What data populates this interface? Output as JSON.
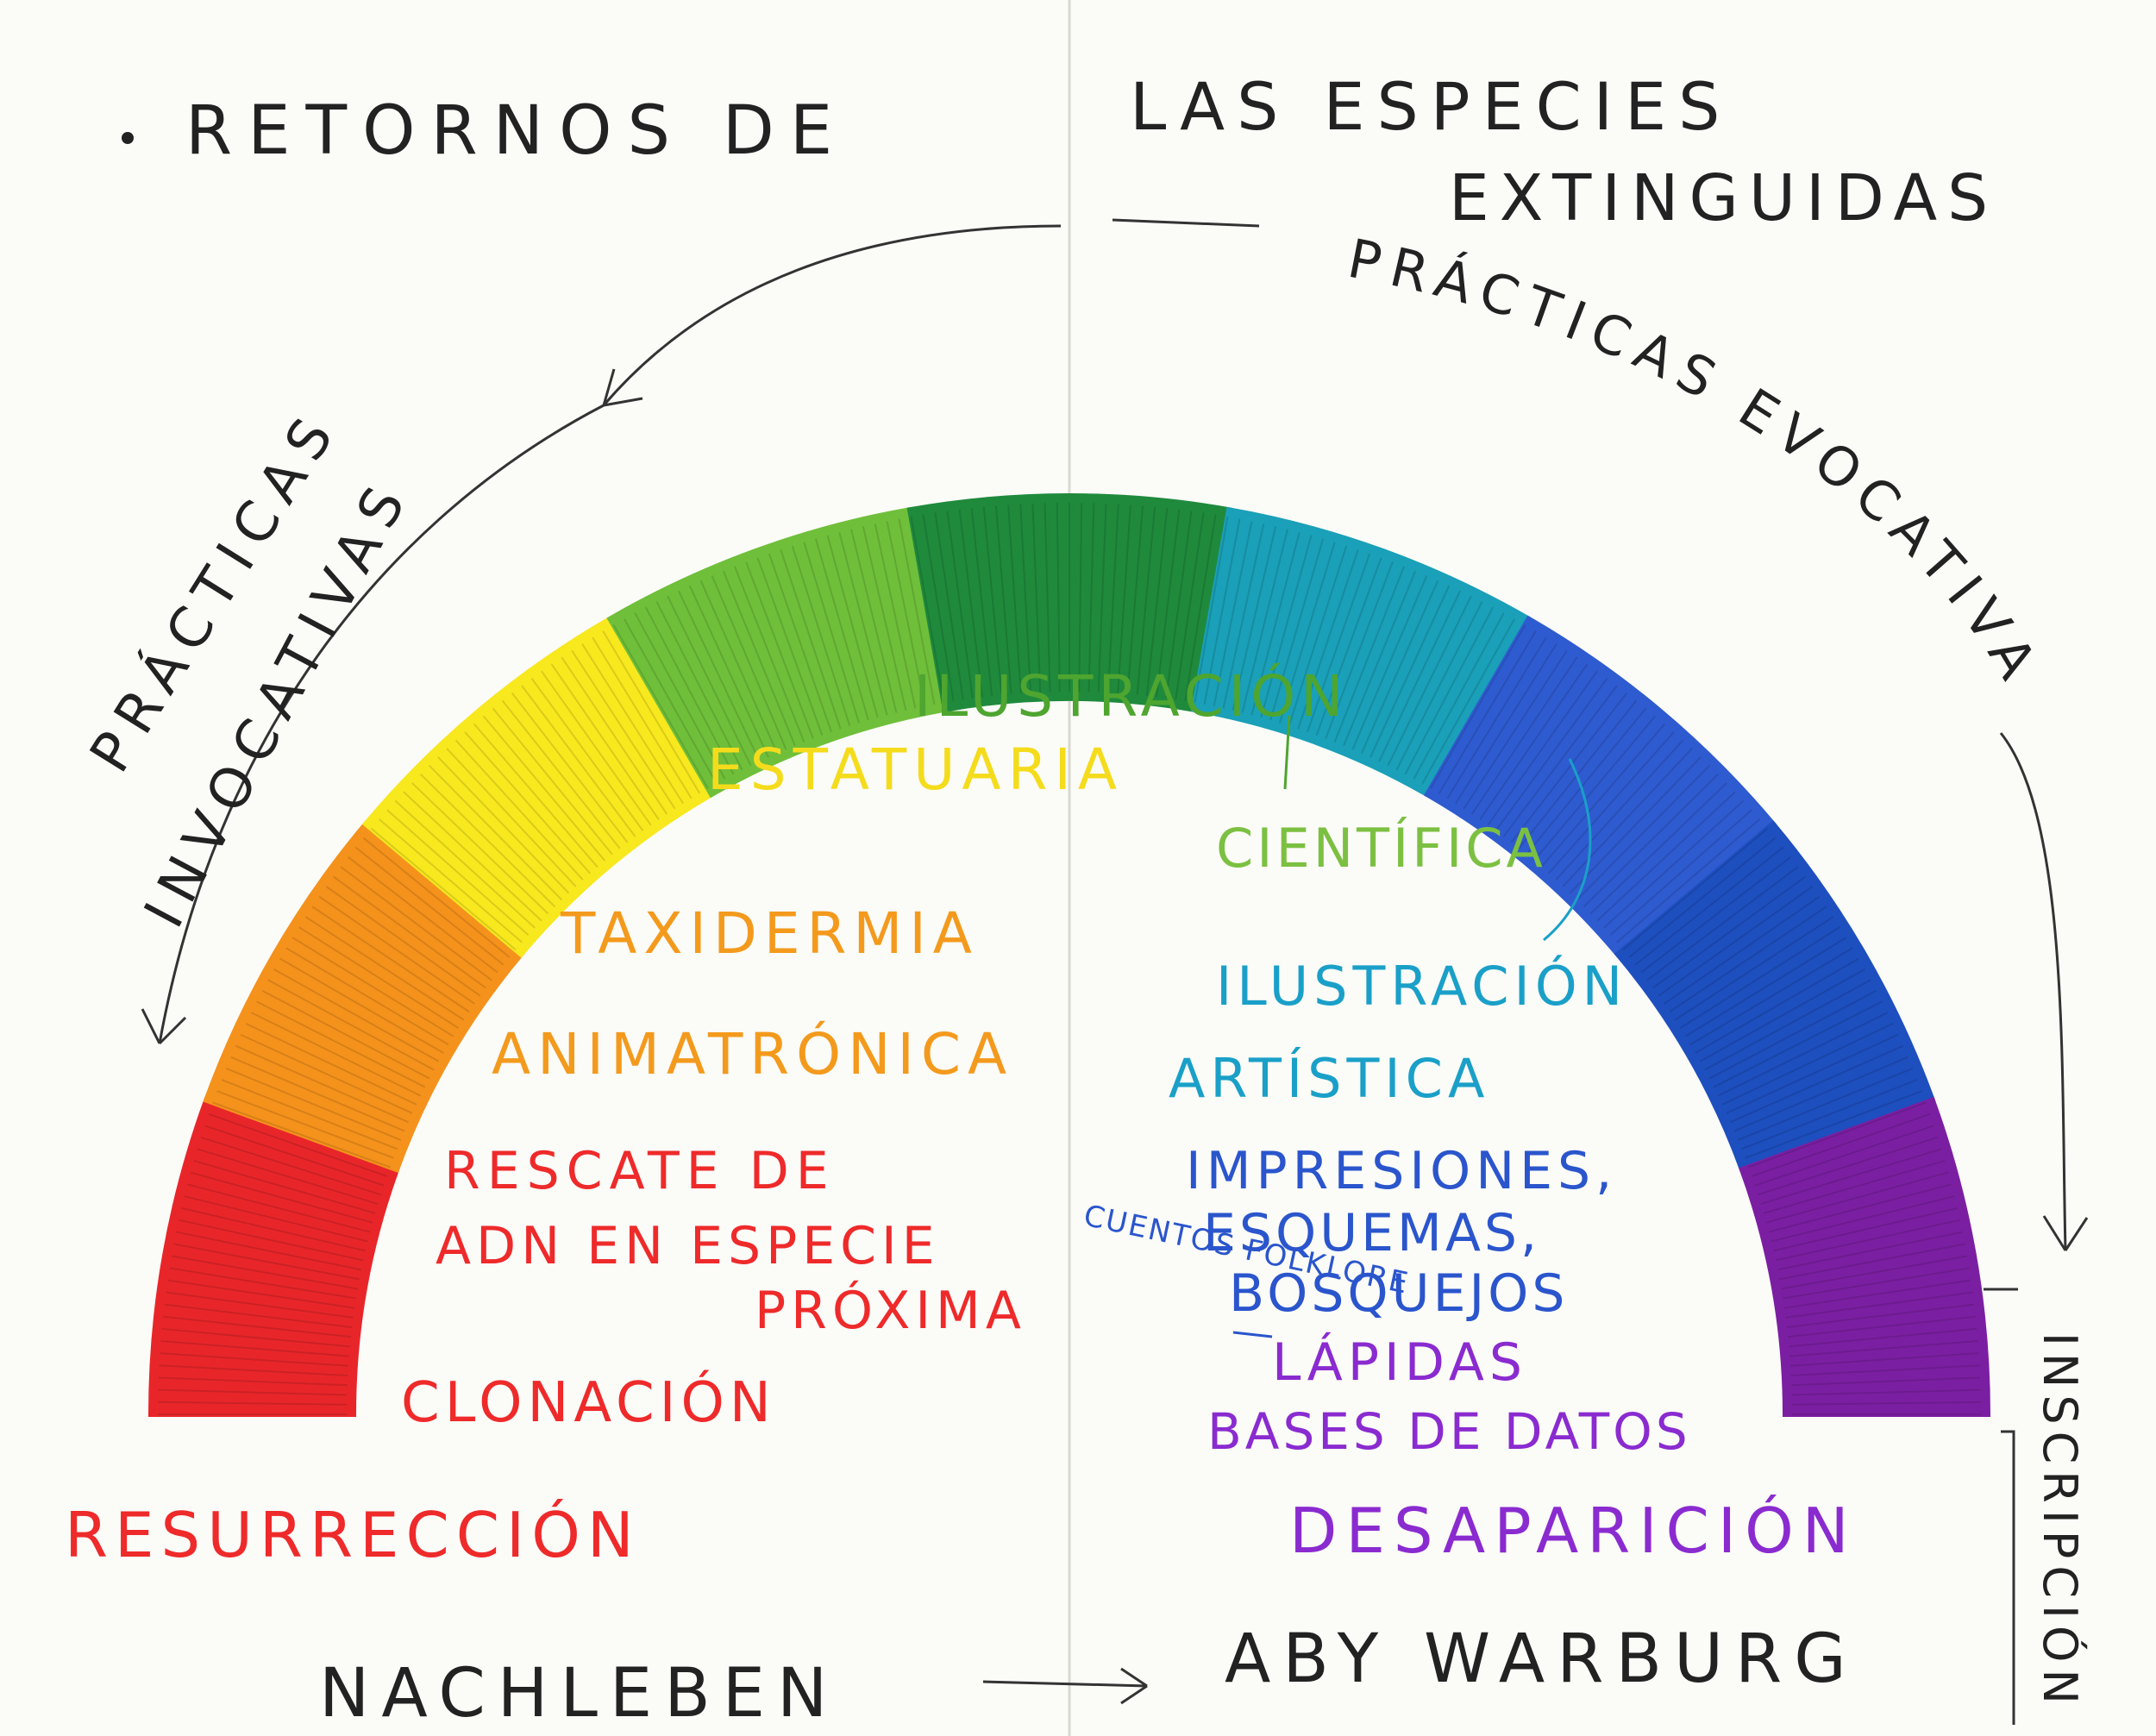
{
  "title": {
    "line1_left": "RETORNOS DE",
    "line1_right": "LAS ESPECIES",
    "line2": "EXTINGUIDAS"
  },
  "side_labels": {
    "left_top": "PRÁCTICAS",
    "left_bottom": "INVOCATIVAS",
    "right_top": "PRÁCTICAS EVOCATIVAS",
    "right_vertical": "INSCRIPCIÓN"
  },
  "bottom": {
    "left": "NACHLEBEN",
    "right": "ABY WARBURG"
  },
  "ends": {
    "left": "RESURRECCIÓN",
    "right": "DESAPARICIÓN"
  },
  "left_items": [
    {
      "text": "ESTATUARIA",
      "color": "#f4dc1c"
    },
    {
      "text": "TAXIDERMIA",
      "color": "#f39a1d"
    },
    {
      "text": "ANIMATRÓNICA",
      "color": "#f39a1d"
    },
    {
      "text": "RESCATE DE",
      "color": "#ee2a2a"
    },
    {
      "text": "ADN EN ESPECIE",
      "color": "#ee2a2a"
    },
    {
      "text": "PRÓXIMA",
      "color": "#ee2a2a"
    },
    {
      "text": "CLONACIÓN",
      "color": "#ee2a2a"
    }
  ],
  "right_items": [
    {
      "text": "ILUSTRACIÓN",
      "color": "#4ea52f"
    },
    {
      "text": "CIENTÍFICA",
      "color": "#7cc042"
    },
    {
      "text": "ILUSTRACIÓN",
      "color": "#1aa0c8"
    },
    {
      "text": "ARTÍSTICA",
      "color": "#1aa0c8"
    },
    {
      "text": "IMPRESIONES,",
      "color": "#2a55cc"
    },
    {
      "text": "ESQUEMAS,",
      "color": "#2a55cc"
    },
    {
      "text": "BOSQUEJOS",
      "color": "#2a55cc"
    },
    {
      "text": "LÁPIDAS",
      "color": "#8a2bd0"
    },
    {
      "text": "BASES DE DATOS",
      "color": "#8a2bd0"
    }
  ],
  "cuentos_folklore": "CUENTOS FOLKLORE",
  "arch_segments": [
    {
      "color": "#e8262a"
    },
    {
      "color": "#f5921c"
    },
    {
      "color": "#f8e81e"
    },
    {
      "color": "#6fbf3a"
    },
    {
      "color": "#1f8a3c"
    },
    {
      "color": "#1aa0b8"
    },
    {
      "color": "#2f5bd0"
    },
    {
      "color": "#1e4fbf"
    },
    {
      "color": "#7b1fa2"
    }
  ],
  "colors": {
    "ink": "#222222",
    "paper": "#fbfbf8"
  }
}
